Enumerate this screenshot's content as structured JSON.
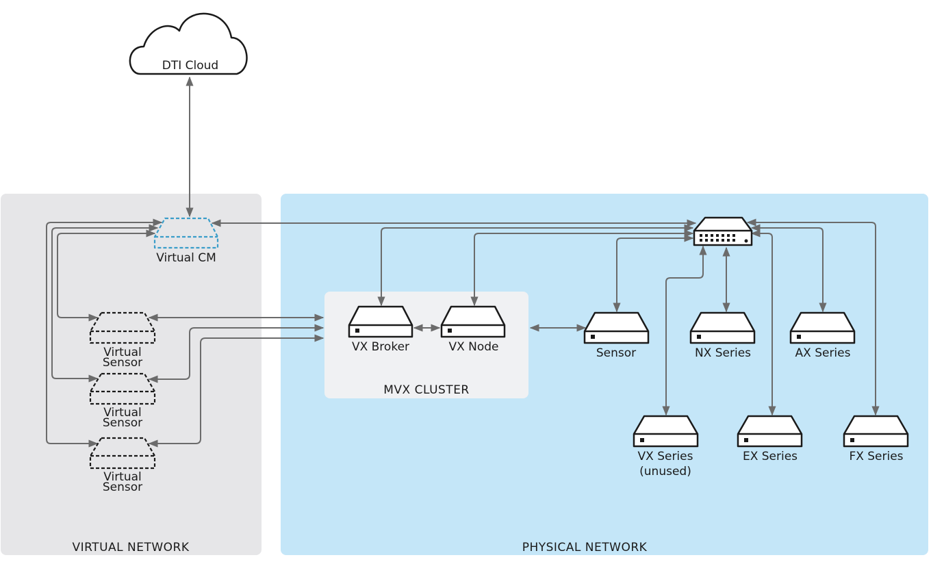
{
  "cloud": {
    "label": "DTI Cloud"
  },
  "zones": {
    "virtual": {
      "label": "VIRTUAL NETWORK",
      "color": "#e6e6e8"
    },
    "physical": {
      "label": "PHYSICAL NETWORK",
      "color": "#c4e6f8"
    }
  },
  "cluster": {
    "label": "MVX CLUSTER",
    "color": "#f0f1f3"
  },
  "virtual_cm": {
    "label": "Virtual CM",
    "color": "#3a9dc9"
  },
  "virtual_sensors": [
    {
      "line1": "Virtual",
      "line2": "Sensor"
    },
    {
      "line1": "Virtual",
      "line2": "Sensor"
    },
    {
      "line1": "Virtual",
      "line2": "Sensor"
    }
  ],
  "cluster_devices": [
    {
      "label": "VX Broker"
    },
    {
      "label": "VX Node"
    }
  ],
  "physical_devices": [
    {
      "label": "Sensor"
    },
    {
      "label": "NX Series"
    },
    {
      "label": "AX Series"
    },
    {
      "line1": "VX Series",
      "line2": "(unused)"
    },
    {
      "label": "EX Series"
    },
    {
      "label": "FX Series"
    }
  ],
  "switch": {
    "icon": "network-switch-icon"
  },
  "line_color": "#6b6b6b"
}
